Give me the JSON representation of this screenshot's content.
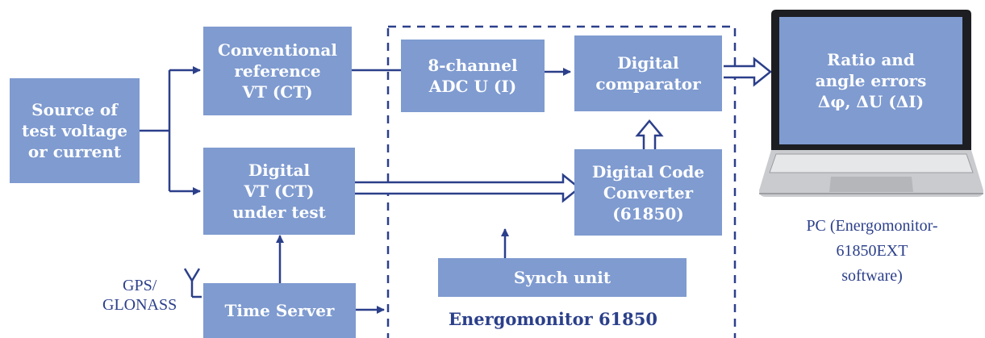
{
  "blocks": {
    "source": [
      "Source of",
      "test voltage",
      "or current"
    ],
    "reference_vt": [
      "Conventional",
      "reference",
      "VT (CT)"
    ],
    "digital_vt": [
      "Digital",
      "VT (CT)",
      "under test"
    ],
    "time_server": [
      "Time Server"
    ],
    "adc": [
      "8-channel",
      "ADC U (I)"
    ],
    "comparator": [
      "Digital",
      "comparator"
    ],
    "code_converter": [
      "Digital Code",
      "Converter",
      "(61850)"
    ],
    "synch_unit": [
      "Synch unit"
    ],
    "pc_screen": [
      "Ratio and",
      "angle errors",
      "Δφ, ΔU (ΔI)"
    ]
  },
  "labels": {
    "gps": [
      "GPS/",
      "GLONASS"
    ],
    "energomonitor": "Energomonitor 61850",
    "pc": [
      "PC (Energomonitor-",
      "61850EXT",
      "software)"
    ]
  },
  "colors": {
    "block_fill": "#7f9bd0",
    "line": "#2b3f8a",
    "text_on_block": "#ffffff"
  }
}
